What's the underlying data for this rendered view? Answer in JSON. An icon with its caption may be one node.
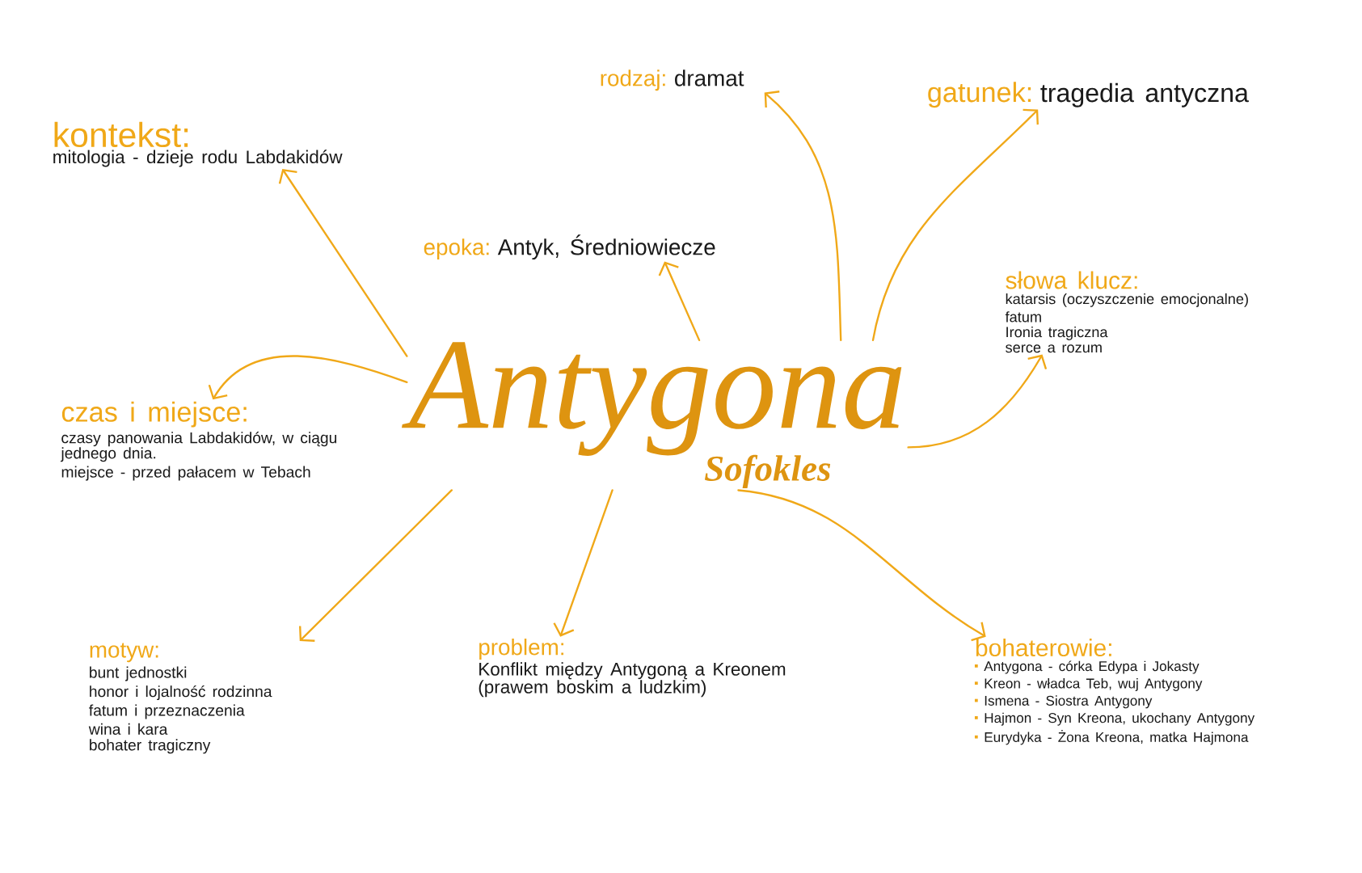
{
  "diagram": {
    "nodes": [
      {
        "text": [
          "Antygona",
          "Sofokles"
        ]
      },
      {
        "text": [
          "rodzaj:",
          "dramat"
        ]
      },
      {
        "text": [
          "gatunek:",
          "tragedia antyczna"
        ]
      },
      {
        "text": [
          "kontekst:",
          "mitologia - dzieje rodu Labdakidów"
        ]
      },
      {
        "text": [
          "epoka:",
          "Antyk, Średniowiecze"
        ]
      },
      {
        "text": [
          "słowa klucz:",
          "katarsis (oczyszczenie emocjonalne)",
          "fatum",
          "Ironia tragiczna",
          "serce a rozum"
        ]
      },
      {
        "text": [
          "czas i miejsce:",
          "czasy panowania Labdakidów, w ciągu jednego dnia.",
          "miejsce - przed pałacem w Tebach"
        ]
      },
      {
        "text": [
          "motyw:",
          "bunt jednostki",
          "honor i lojalność rodzinna",
          "fatum i przeznaczenia",
          "wina i kara",
          "bohater tragiczny"
        ]
      },
      {
        "text": [
          "problem:",
          "Konflikt między Antygoną a Kreonem (prawem boskim a ludzkim)"
        ]
      },
      {
        "text": [
          "bohaterowie:",
          "Antygona - córka Edypa i Jokasty",
          "Kreon - władca Teb, wuj Antygony",
          "Ismena - Siostra Antygony",
          "Hajmon - Syn Kreona, ukochany Antygony",
          "Eurydyka - Żona Kreona, matka Hajmona"
        ]
      }
    ],
    "edges": [
      {
        "from": 0,
        "to": 1,
        "arrow": "to"
      },
      {
        "from": 0,
        "to": 2,
        "arrow": "to"
      },
      {
        "from": 0,
        "to": 3,
        "arrow": "to"
      },
      {
        "from": 0,
        "to": 4,
        "arrow": "to"
      },
      {
        "from": 0,
        "to": 5,
        "arrow": "to"
      },
      {
        "from": 0,
        "to": 6,
        "arrow": "to"
      },
      {
        "from": 0,
        "to": 7,
        "arrow": "to"
      },
      {
        "from": 0,
        "to": 8,
        "arrow": "to"
      },
      {
        "from": 0,
        "to": 9,
        "arrow": "to"
      }
    ]
  }
}
